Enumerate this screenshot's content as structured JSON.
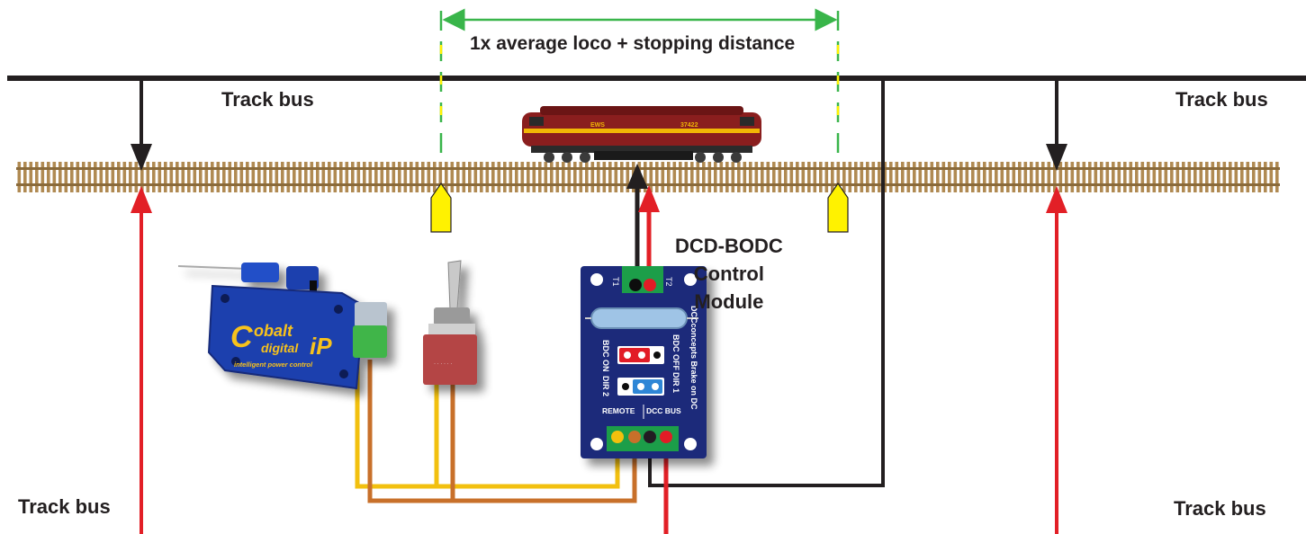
{
  "labels": {
    "track_bus_top_left": "Track bus",
    "track_bus_top_right": "Track bus",
    "track_bus_bottom_left": "Track bus",
    "track_bus_bottom_right": "Track bus",
    "section_span": "1x average loco + stopping distance",
    "module_line1": "DCD-BODC",
    "module_line2": "Control",
    "module_line3": "Module"
  },
  "board": {
    "t1": "T1",
    "t2": "T2",
    "bdc_on": "BDC ON",
    "bdc_off": "BDC OFF",
    "dir1": "DIR 1",
    "dir2": "DIR 2",
    "remote": "REMOTE",
    "dcc_bus": "DCC BUS",
    "side_text": "DCCconcepts Brake on DC"
  },
  "point_motor": {
    "brand_line1": "obalt",
    "brand_letter": "C",
    "brand_line2": "digital",
    "brand_ip": "iP",
    "tagline": "intelligent power control"
  },
  "loco": {
    "number": "37422",
    "name": "EWS"
  },
  "colors": {
    "track_bus_wire": "#231f20",
    "feed_wire_red": "#e21f26",
    "wire_yellow": "#f2c00f",
    "wire_brown": "#c8702a",
    "dimension_green": "#39b54a",
    "marker_yellow": "#fff200",
    "board_blue": "#1b2a7a",
    "terminal_green": "#1e9e4a",
    "sleeper_brown": "#b08a52",
    "loco_maroon": "#8a1e1e",
    "cobalt_blue": "#1f3fae"
  }
}
